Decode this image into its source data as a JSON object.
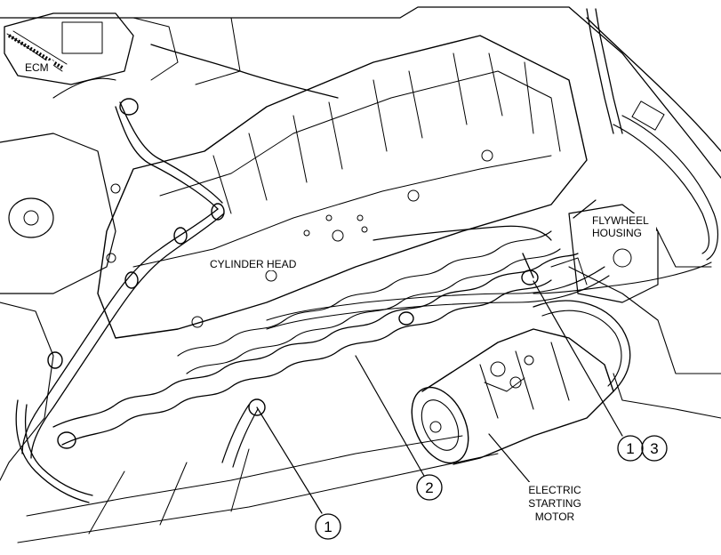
{
  "labels": {
    "ecm": "ECM",
    "cylinder_head": "CYLINDER HEAD",
    "flywheel_line1": "FLYWHEEL",
    "flywheel_line2": "HOUSING",
    "starter_line1": "ELECTRIC",
    "starter_line2": "STARTING",
    "starter_line3": "MOTOR"
  },
  "callouts": {
    "c1a": "1",
    "c1b": "1",
    "c2": "2",
    "c3": "3"
  },
  "colors": {
    "line": "#000000",
    "background": "#ffffff"
  }
}
